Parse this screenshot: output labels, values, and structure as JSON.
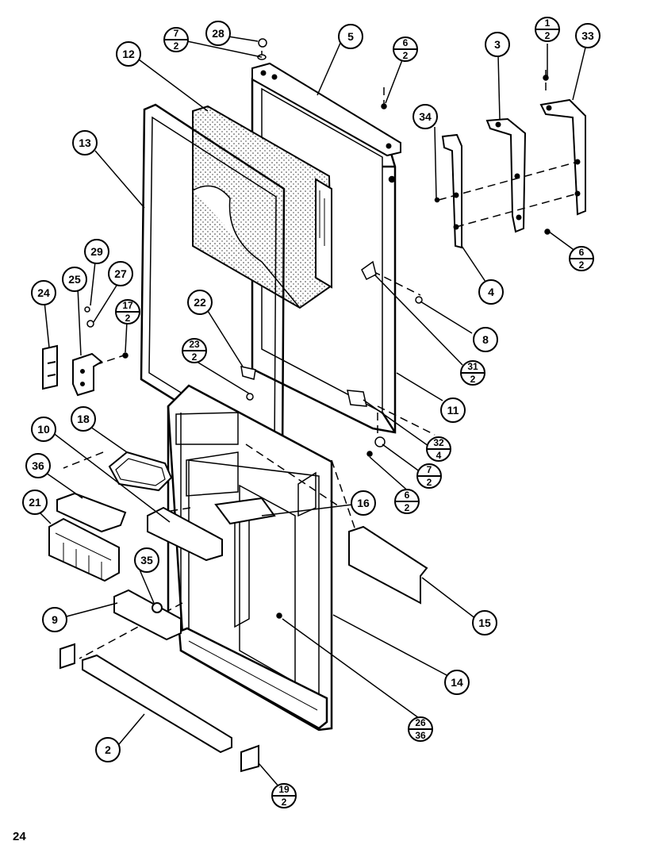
{
  "page_number": "24",
  "callouts": {
    "c12": "12",
    "c13": "13",
    "c28": "28",
    "c5": "5",
    "c3": "3",
    "c33": "33",
    "c34": "34",
    "c4": "4",
    "c8": "8",
    "c11": "11",
    "c29": "29",
    "c25": "25",
    "c27": "27",
    "c24": "24",
    "c22": "22",
    "c18": "18",
    "c10": "10",
    "c36": "36",
    "c21": "21",
    "c16": "16",
    "c35": "35",
    "c15": "15",
    "c9": "9",
    "c14": "14",
    "c2": "2"
  },
  "fractions": {
    "f7_2_top": [
      "7",
      "2"
    ],
    "f6_2_top": [
      "6",
      "2"
    ],
    "f1_2": [
      "1",
      "2"
    ],
    "f6_2_right": [
      "6",
      "2"
    ],
    "f17_2": [
      "17",
      "2"
    ],
    "f23_2": [
      "23",
      "2"
    ],
    "f31_2": [
      "31",
      "2"
    ],
    "f32_4": [
      "32",
      "4"
    ],
    "f7_2_bottom": [
      "7",
      "2"
    ],
    "f6_2_bottom": [
      "6",
      "2"
    ],
    "f26_36": [
      "26",
      "36"
    ],
    "f19_2": [
      "19",
      "2"
    ]
  }
}
